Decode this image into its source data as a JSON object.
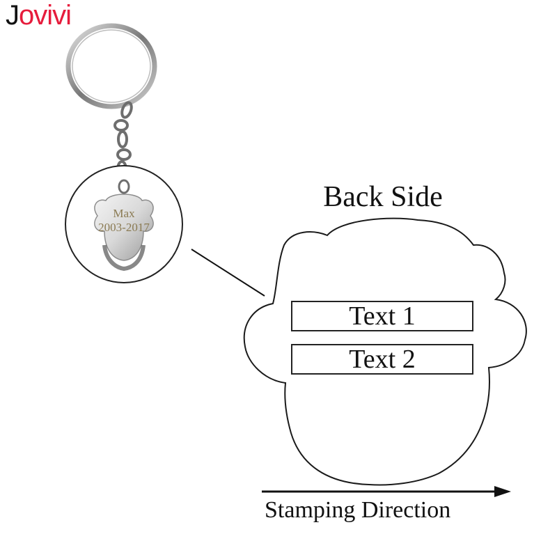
{
  "brand": {
    "logo_first": "J",
    "logo_rest": "ovivi"
  },
  "keychain": {
    "engraving_line1": "Max",
    "engraving_line2": "2003-2017"
  },
  "diagram": {
    "title": "Back Side",
    "field1": "Text 1",
    "field2": "Text 2",
    "direction_label": "Stamping Direction"
  },
  "colors": {
    "logo_red": "#e61c3c",
    "logo_black": "#111111",
    "engraving": "#8a7a52"
  }
}
